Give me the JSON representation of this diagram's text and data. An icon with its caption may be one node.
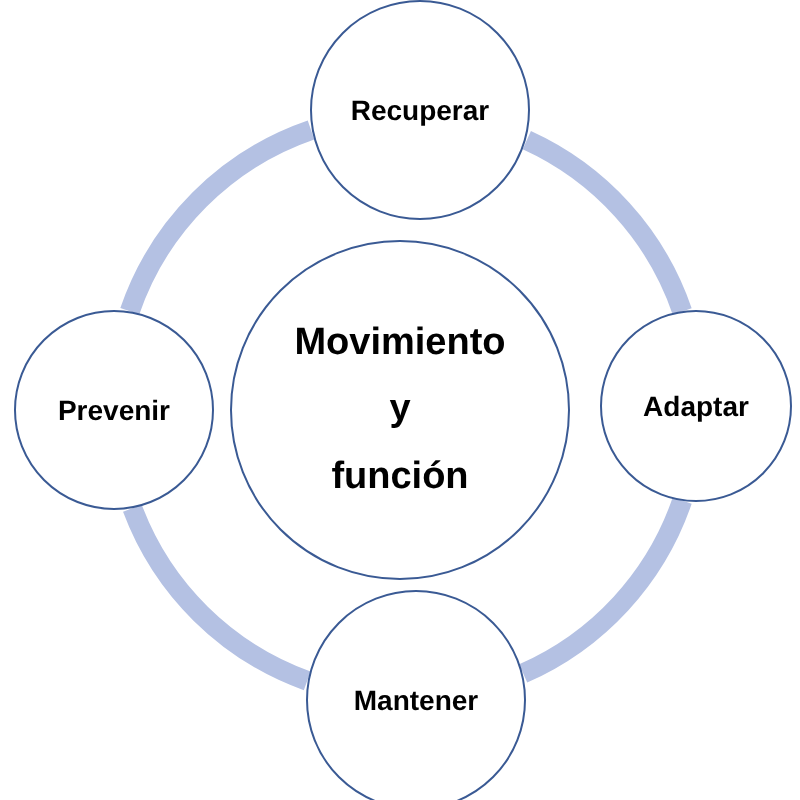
{
  "diagram": {
    "nodes": [
      {
        "text": [
          "Movimiento y función"
        ]
      },
      {
        "text": [
          "Recuperar"
        ]
      },
      {
        "text": [
          "Adaptar"
        ]
      },
      {
        "text": [
          "Mantener"
        ]
      },
      {
        "text": [
          "Prevenir"
        ]
      }
    ],
    "edges": [
      {
        "from": 1,
        "to": 2,
        "arrow": "none"
      },
      {
        "from": 2,
        "to": 3,
        "arrow": "none"
      },
      {
        "from": 3,
        "to": 4,
        "arrow": "none"
      },
      {
        "from": 4,
        "to": 1,
        "arrow": "none"
      }
    ]
  }
}
